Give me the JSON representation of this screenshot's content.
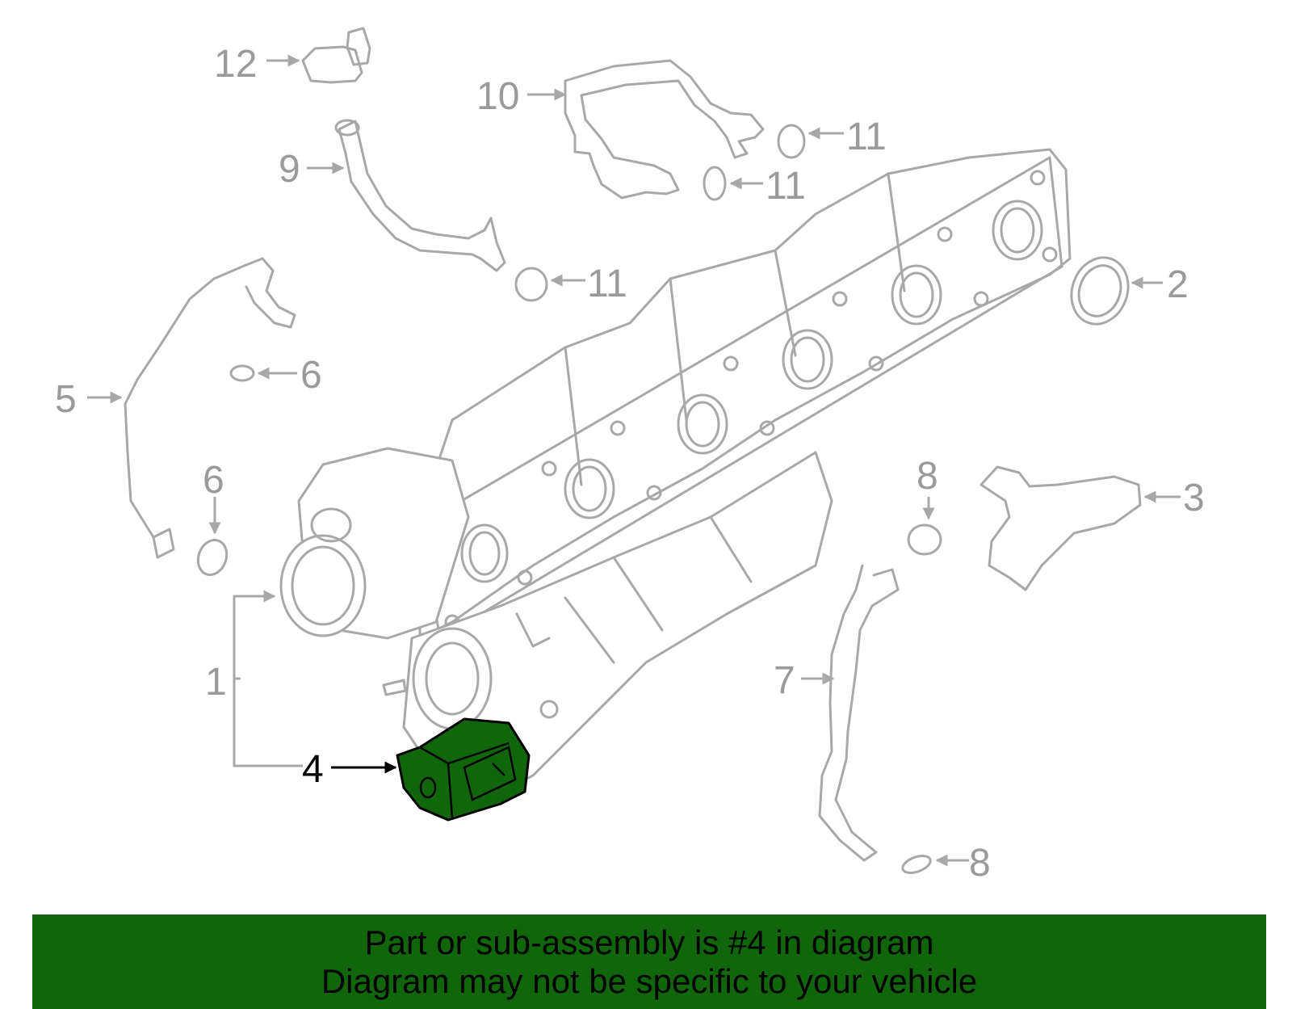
{
  "colors": {
    "highlight_part": "#11660c",
    "banner_background": "#11660c",
    "line_art": "#a8a8a8",
    "callout_text": "#9a9a9a",
    "active_callout": "#000000"
  },
  "highlighted_callout": "4",
  "callouts": {
    "c1": "1",
    "c2": "2",
    "c3": "3",
    "c4": "4",
    "c5": "5",
    "c6a": "6",
    "c6b": "6",
    "c7": "7",
    "c8a": "8",
    "c8b": "8",
    "c9": "9",
    "c10": "10",
    "c11a": "11",
    "c11b": "11",
    "c11c": "11",
    "c12": "12"
  },
  "banner": {
    "line1": "Part or sub-assembly is #4 in diagram",
    "line2": "Diagram may not be specific to your vehicle"
  }
}
